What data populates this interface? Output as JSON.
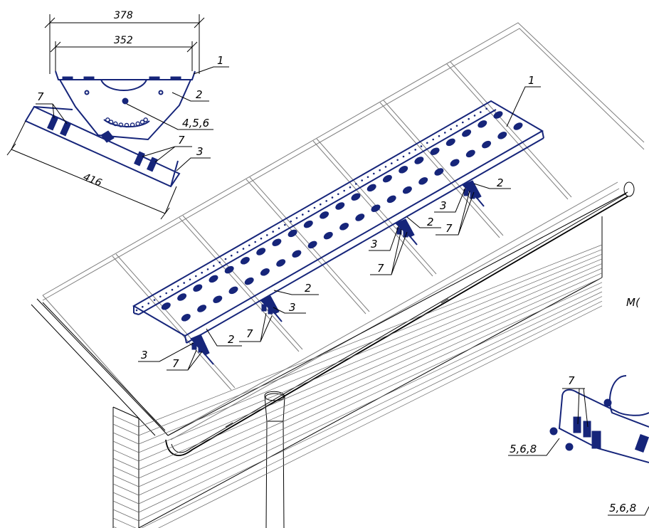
{
  "colors": {
    "product": "#16257a",
    "roof_lines": "#7d7d7d",
    "ink": "#000000"
  },
  "detail_top": {
    "dim_outer": "378",
    "dim_inner": "352",
    "dim_base": "416",
    "callouts": {
      "c1": "1",
      "c2": "2",
      "c456": "4,5,6",
      "c7a": "7",
      "c7b": "7",
      "c3": "3"
    }
  },
  "main_view": {
    "callouts": {
      "bridge": "1",
      "a_2": "2",
      "a_3": "3",
      "a_7": "7",
      "b_2": "2",
      "b_3": "3",
      "b_7": "7",
      "c_2": "2",
      "c_3": "3",
      "c_7": "7",
      "d_2": "2",
      "d_3": "3",
      "d_7": "7"
    }
  },
  "side_label": "М(",
  "detail_bottom": {
    "c7": "7",
    "fastener_a": "5,6,8",
    "fastener_b": "5,6,8"
  }
}
